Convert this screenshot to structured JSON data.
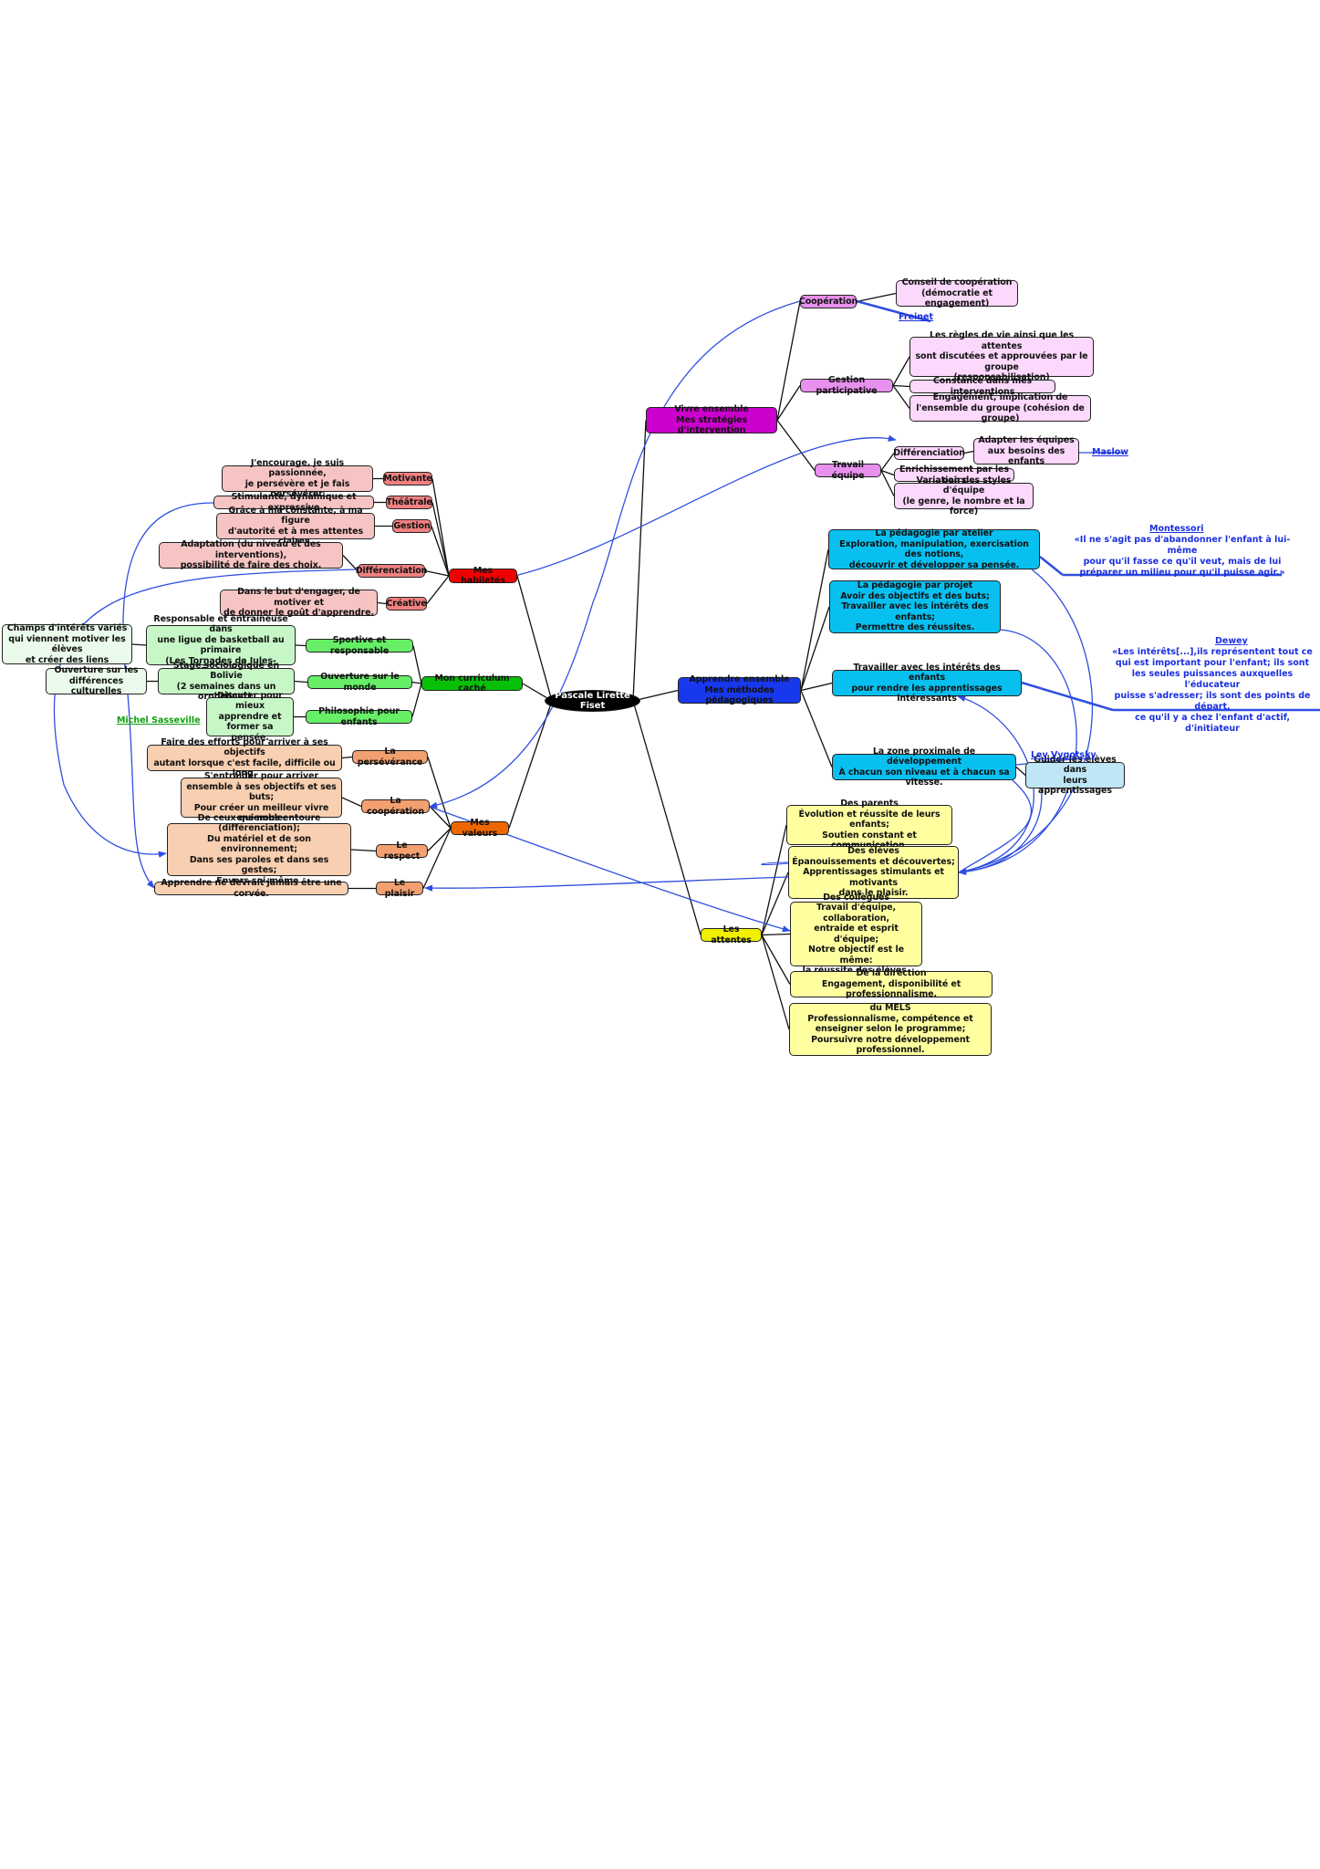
{
  "colors": {
    "line": "#111111",
    "link": "#2e4fe0",
    "center": "#000000",
    "habiletes_main": "#f00000",
    "habiletes_sub": "#f08080",
    "habiletes_leaf": "#f7c4c4",
    "curriculum_main": "#08c008",
    "curriculum_sub": "#66ee66",
    "curriculum_leaf": "#c7f7c7",
    "curriculum_leaf2": "#ebfbeb",
    "valeurs_main": "#ee6600",
    "valeurs_sub": "#f3a070",
    "valeurs_leaf": "#f8cfb0",
    "vivre_main": "#cc00cc",
    "vivre_sub": "#e890ee",
    "vivre_leaf": "#fcd8fc",
    "apprendre_main": "#1838ee",
    "apprendre_sub": "#08c0f0",
    "apprendre_leaf": "#bfe6f5",
    "attentes_main": "#f0f000",
    "attentes_leaf": "#ffffa0",
    "ref_blue": "#1a2fe0",
    "ref_green": "#10a010"
  },
  "center": "Pascale Lirette Fiset",
  "habiletes": {
    "label": "Mes habiletés",
    "items": [
      {
        "label": "Motivante",
        "leaf": "J'encourage, je suis passionnée,\nje persévère et je fais persévérer."
      },
      {
        "label": "Théâtrale",
        "leaf": "Stimulante, dynamique et expressive"
      },
      {
        "label": "Gestion",
        "leaf": "Grâce à ma constante, à ma figure\nd'autorité et à mes attentes claires."
      },
      {
        "label": "Différenciation",
        "leaf": "Adaptation (du niveau et des interventions),\npossibilité de faire des choix."
      },
      {
        "label": "Créative",
        "leaf": "Dans le but d'engager, de motiver et\nde donner le goût d'apprendre."
      }
    ]
  },
  "curriculum": {
    "label": "Mon curriculum caché",
    "items": [
      {
        "label": "Sportive et responsable",
        "leaf": "Responsable et entraineuse dans\nune ligue de basketball au primaire\n(Les Tornades de Jules-Émond).",
        "leaf2": "Champs d'intérêts variés\nqui viennent motiver les élèves\net créer des liens"
      },
      {
        "label": "Ouverture sur le monde",
        "leaf": "Stage sociologique en Bolivie\n(2 semaines dans un orphelinat).",
        "leaf2": "Ouverture sur les\ndifférences culturelles"
      },
      {
        "label": "Philosophie pour enfants",
        "leaf": "Discuter pour\nmieux apprendre et\nformer sa pensée.",
        "ref": "Michel Sasseville"
      }
    ]
  },
  "valeurs": {
    "label": "Mes valeurs",
    "items": [
      {
        "label": "La persévérance",
        "leaf": "Faire des efforts pour arriver à ses objectifs\nautant lorsque c'est facile, difficile ou long."
      },
      {
        "label": "La coopération",
        "leaf": "S'entraider pour arriver\nensemble à ses objectifs et ses buts;\nPour créer un meilleur vivre ensemble."
      },
      {
        "label": "Le respect",
        "leaf": "De ceux qui nous entoure (différenciation);\nDu matériel et de son environnement;\nDans ses paroles et dans ses gestes;\nEnvers soi-même."
      },
      {
        "label": "Le plaisir",
        "leaf": "Apprendre ne devrait jamais être une corvée."
      }
    ]
  },
  "vivre": {
    "label": "Vivre ensemble\nMes stratégies d'intervention",
    "cooperation": {
      "label": "Coopération",
      "leaf": "Conseil de coopération\n(démocratie et engagement)",
      "ref": "Freinet"
    },
    "gestion": {
      "label": "Gestion participative",
      "leaves": [
        "Les règles de vie ainsi que les attentes\nsont discutées et approuvées par le groupe\n(responsabilisation)",
        "Constance dans mes interventions",
        "Engagement, implication de\nl'ensemble du groupe (cohésion de groupe)"
      ]
    },
    "equipe": {
      "label": "Travail équipe",
      "diff": "Différenciation",
      "diff_leaf": "Adapter les équipes\naux besoins des enfants",
      "ref": "Maslow",
      "leaves": [
        "Enrichissement par les pairs",
        "Variation des styles d'équipe\n(le genre, le nombre et la force)"
      ]
    }
  },
  "apprendre": {
    "label": "Apprendre ensemble\nMes méthodes pédagogiques",
    "items": [
      {
        "label": "La pédagogie par atelier\nExploration, manipulation, exercisation des notions,\ndécouvrir et développer sa pensée."
      },
      {
        "label": "La pédagogie par projet\nAvoir des objectifs et des buts;\nTravailler avec les intérêts des enfants;\nPermettre des réussites."
      },
      {
        "label": "Travailler avec les intérêts des enfants\npour rendre les apprentissages intéressants"
      },
      {
        "label": "La zone proximale de développement\nÀ chacun son niveau et à chacun sa vitesse."
      }
    ],
    "zpd_leaf": "Guider les élèves dans\nleurs apprentissages",
    "montessori": {
      "ref": "Montessori",
      "quote": "«Il ne s'agit pas d'abandonner l'enfant à lui-même\npour qu'il fasse ce qu'il veut, mais de lui\npréparer un milieu pour qu'il puisse agir.»"
    },
    "dewey": {
      "ref": "Dewey",
      "quote": "«Les intérêts[...],ils représentent tout ce\nqui est important pour l'enfant; ils sont\nles seules puissances auxquelles l'éducateur\npuisse s'adresser; ils sont des points de départ,\nce qu'il y a chez l'enfant d'actif, d'initiateur"
    },
    "vygotsky": "Lev Vygotsky"
  },
  "attentes": {
    "label": "Les attentes",
    "items": [
      "Des parents\nÉvolution et réussite de leurs enfants;\nSoutien constant et communication.",
      "Des élèves\nÉpanouissements et découvertes;\nApprentissages stimulants et motivants\ndans le plaisir.",
      "Des collègues\nTravail d'équipe, collaboration,\nentraide et esprit d'équipe;\nNotre objectif est le même:\nla réussite des élèves.",
      "De la direction\nEngagement, disponibilité et professionnalisme.",
      "du MELS\nProfessionnalisme, compétence et\nenseigner selon le programme;\nPoursuivre notre développement professionnel."
    ]
  }
}
